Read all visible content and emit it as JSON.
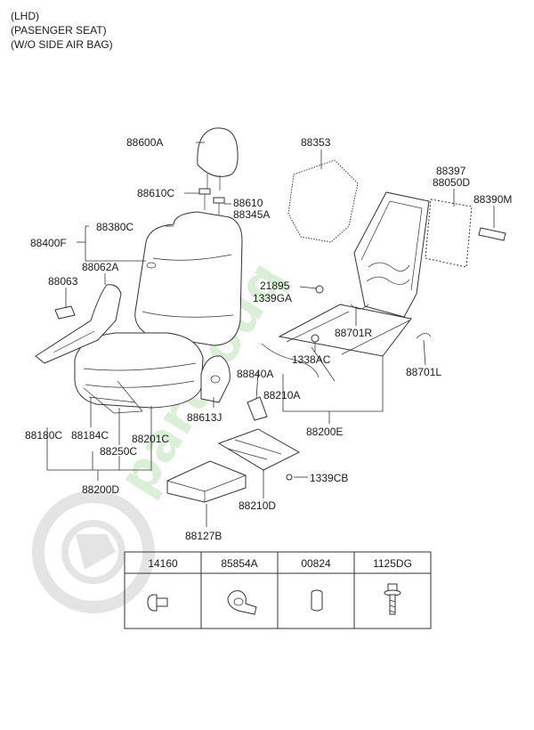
{
  "notes": [
    "(LHD)",
    "(PASENGER SEAT)",
    "(W/O SIDE AIR BAG)"
  ],
  "parts": {
    "p88600A": "88600A",
    "p88610C": "88610C",
    "p88610": "88610",
    "p88345A": "88345A",
    "p88353": "88353",
    "p88397": "88397",
    "p88050D": "88050D",
    "p88390M": "88390M",
    "p88380C": "88380C",
    "p88400F": "88400F",
    "p88062A": "88062A",
    "p88063": "88063",
    "p21895": "21895",
    "p1339GA": "1339GA",
    "p88701R": "88701R",
    "p1338AC": "1338AC",
    "p88701L": "88701L",
    "p88840A": "88840A",
    "p88210A": "88210A",
    "p88613J": "88613J",
    "p88200E": "88200E",
    "p88180C": "88180C",
    "p88184C": "88184C",
    "p88201C": "88201C",
    "p88250C": "88250C",
    "p88200D": "88200D",
    "p1339CB": "1339CB",
    "p88210D": "88210D",
    "p88127B": "88127B"
  },
  "fastener_table": {
    "headers": [
      "14160",
      "85854A",
      "00824",
      "1125DG"
    ],
    "icons": [
      "bolt-icon",
      "clip-icon",
      "pin-icon",
      "flange-bolt-icon"
    ]
  },
  "watermark": {
    "text": "partsouq",
    "color": "#5cc04a"
  }
}
